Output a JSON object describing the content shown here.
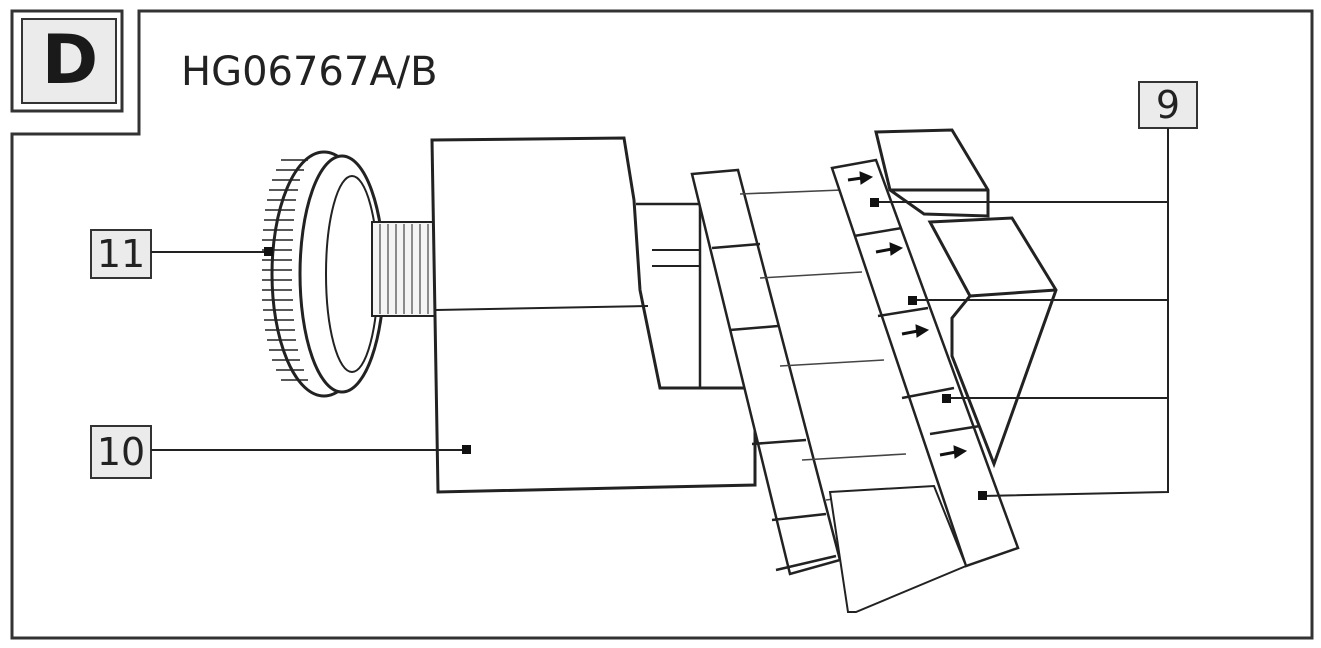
{
  "figure": {
    "section_letter": "D",
    "model_number": "HG06767A/B"
  },
  "callouts": {
    "part_9": "9",
    "part_10": "10",
    "part_11": "11"
  }
}
